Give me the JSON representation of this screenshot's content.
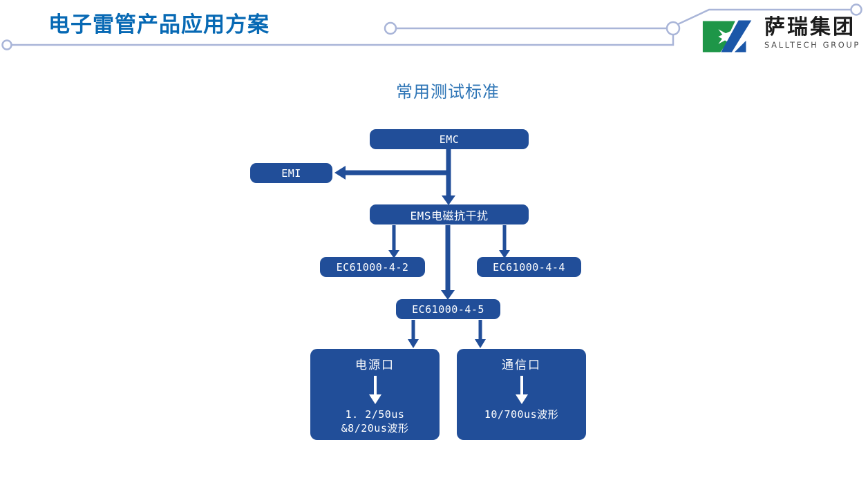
{
  "page": {
    "background": "#ffffff"
  },
  "header": {
    "title": "电子雷管产品应用方案",
    "title_color": "#0769b4",
    "divider_color": "#a9b5d8",
    "logo": {
      "name_cn": "萨瑞集团",
      "name_en": "SALLTECH GROUP",
      "mark_green": "#1e9648",
      "mark_blue": "#1b57a8",
      "text_color": "#1b1b1b",
      "subtext_color": "#4d4d4d"
    }
  },
  "diagram": {
    "heading": "常用测试标准",
    "heading_color": "#2e75b6",
    "node_fill": "#214e99",
    "node_text_color": "#ffffff",
    "nodes": {
      "emc": {
        "label": "EMC"
      },
      "emi": {
        "label": "EMI"
      },
      "ems": {
        "label": "EMS电磁抗干扰"
      },
      "ec42": {
        "label": "EC61000-4-2"
      },
      "ec44": {
        "label": "EC61000-4-4"
      },
      "ec45": {
        "label": "EC61000-4-5"
      },
      "power": {
        "label": "电源口",
        "detail1": "1. 2/50us",
        "detail2": "&8/20us波形"
      },
      "comm": {
        "label": "通信口",
        "detail1": "10/700us波形"
      }
    },
    "edges": [
      {
        "from": "EMC",
        "to": "EMI"
      },
      {
        "from": "EMC",
        "to": "EMS电磁抗干扰"
      },
      {
        "from": "EMS电磁抗干扰",
        "to": "EC61000-4-2"
      },
      {
        "from": "EMS电磁抗干扰",
        "to": "EC61000-4-4"
      },
      {
        "from": "EMS电磁抗干扰",
        "to": "EC61000-4-5"
      },
      {
        "from": "EC61000-4-5",
        "to": "电源口"
      },
      {
        "from": "EC61000-4-5",
        "to": "通信口"
      },
      {
        "from": "电源口",
        "to": "1. 2/50us &8/20us波形"
      },
      {
        "from": "通信口",
        "to": "10/700us波形"
      }
    ]
  }
}
